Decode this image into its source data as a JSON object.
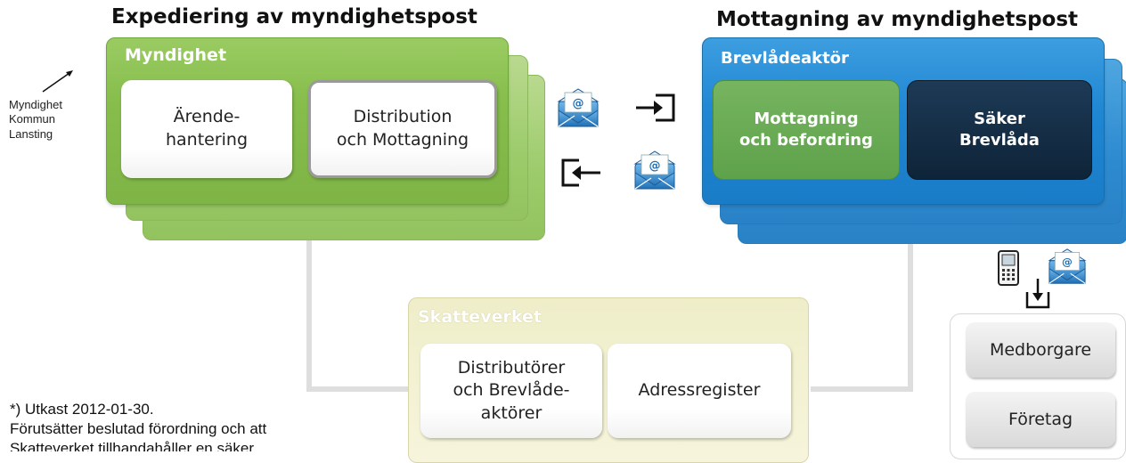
{
  "left_section": {
    "title": "Expediering av myndighetspost",
    "group_label": "Myndighet",
    "box1": "Ärende-\nhantering",
    "box2": "Distribution\noch Mottagning",
    "side_labels": [
      "Myndighet",
      "Kommun",
      "Lansting"
    ]
  },
  "right_section": {
    "title": "Mottagning av myndighetspost",
    "group_label": "Brevlådeaktör",
    "box1": "Mottagning\noch befordring",
    "box2": "Säker\nBrevlåda"
  },
  "center_section": {
    "label": "Skatteverket",
    "box1": "Distributörer\noch Brevlåde-\naktörer",
    "box2": "Adressregister"
  },
  "recipients": {
    "items": [
      "Medborgare",
      "Företag"
    ]
  },
  "note": {
    "lines": [
      "*) Utkast 2012-01-30.",
      "Förutsätter beslutad förordning och att",
      "Skatteverket tillhandahåller en säker"
    ]
  },
  "icons": {
    "envelope": "email-envelope-icon",
    "sign_in": "sign-in-icon",
    "sign_out": "sign-out-icon",
    "phone": "mobile-phone-icon",
    "inbox": "inbox-arrow-icon"
  },
  "colors": {
    "green": "#86bd4b",
    "blue": "#1f86d3",
    "dark_navy": "#0e2438",
    "skatteverket_bg": "#f3f2d4"
  }
}
